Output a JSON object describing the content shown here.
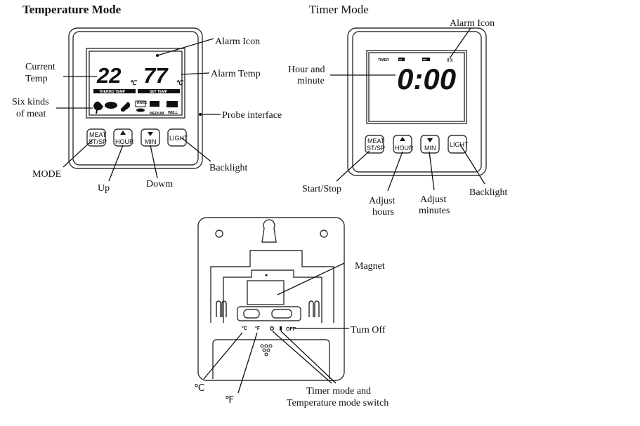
{
  "temperature_mode": {
    "title": "Temperature Mode",
    "display": {
      "current_temp": "22",
      "alarm_temp": "77",
      "unit": "℃",
      "thermo_label": "THERMO TEMP",
      "set_label": "SET TEMP",
      "meat_levels": [
        "RARE",
        "MEDIUM",
        "WELL"
      ]
    },
    "buttons": {
      "meat_top": "MEAT",
      "meat_bottom": "ST/SP",
      "hour": "HOUR",
      "min": "MIN",
      "light": "LIGHT"
    },
    "callouts": {
      "alarm_icon": "Alarm  Icon",
      "current_temp": [
        "Current",
        "Temp"
      ],
      "alarm_temp": "Alarm Temp",
      "six_kinds": [
        "Six kinds",
        "of meat"
      ],
      "probe": "Probe interface",
      "mode": "MODE",
      "up": "Up",
      "down": "Dowm",
      "backlight": "Backlight"
    }
  },
  "timer_mode": {
    "title": "Timer Mode",
    "display": {
      "timer_label": "TIMER",
      "hr_label": "HR",
      "min_label": "MIN",
      "time": "0:00"
    },
    "buttons": {
      "meat_top": "MEAT",
      "meat_bottom": "ST/SP",
      "hour": "HOUR",
      "min": "MIN",
      "light": "LIGHT"
    },
    "callouts": {
      "alarm_icon": "Alarm Icon",
      "hour_minute": [
        "Hour and",
        "minute"
      ],
      "start_stop": "Start/Stop",
      "adjust_hours": [
        "Adjust",
        "hours"
      ],
      "adjust_minutes": [
        "Adjust",
        "minutes"
      ],
      "backlight": "Backlight"
    }
  },
  "back_view": {
    "switch_labels": {
      "c": "°C",
      "f": "°F",
      "off": "OFF"
    },
    "callouts": {
      "magnet": "Magnet",
      "turn_off": "Turn Off",
      "celsius": "℃",
      "fahrenheit": "℉",
      "mode_switch": [
        "Timer mode and",
        "Temperature mode switch"
      ]
    }
  }
}
